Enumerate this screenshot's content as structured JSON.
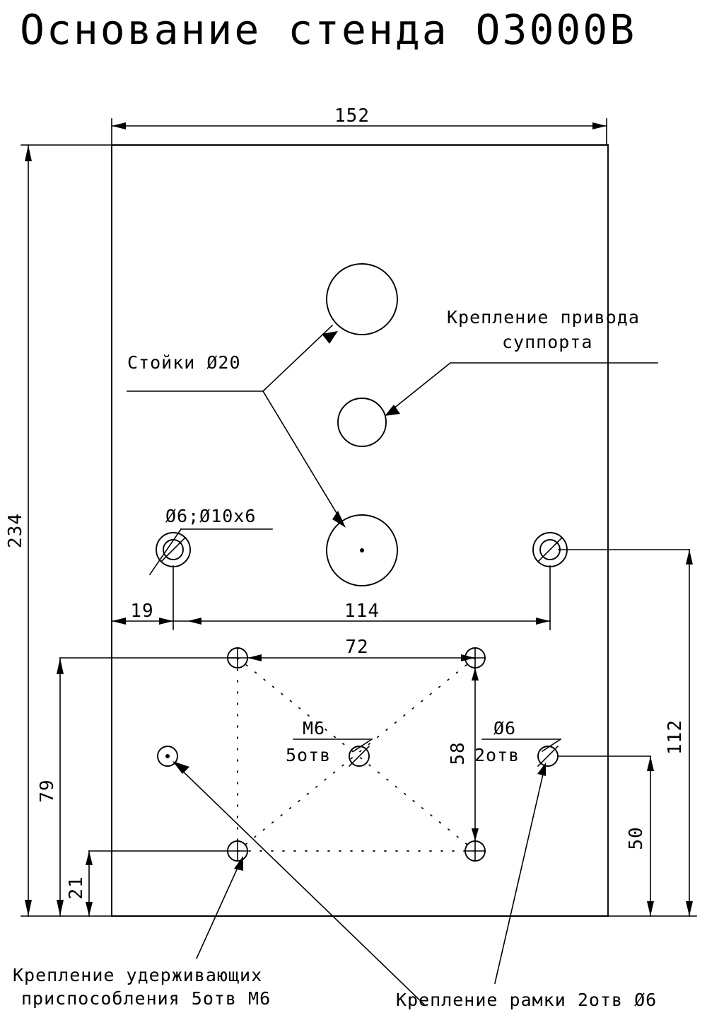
{
  "document": {
    "title": "Основание стенда О3000В",
    "type": "engineering-drawing",
    "units": "mm"
  },
  "dimensions": {
    "width_top": "152",
    "height_left": "234",
    "offset_left_hole": "19",
    "span_small_holes": "114",
    "span_top_mounts": "72",
    "height_left_lower": "79",
    "height_bottom": "21",
    "height_right_outer": "112",
    "height_right_inner": "50",
    "vertical_right_pair": "58"
  },
  "annotations": {
    "posts": "Стойки Ø20",
    "drive_mount_line1": "Крепление привода",
    "drive_mount_line2": "суппорта",
    "counterbore": "Ø6;Ø10x6",
    "thread_callout_top": "M6",
    "thread_callout_bottom": "5отв",
    "hole_callout_top": "Ø6",
    "hole_callout_bottom": "2отв",
    "bottom_left_line1": "Крепление удерживающих",
    "bottom_left_line2": "приспособления 5отв М6",
    "bottom_right": "Крепление рамки 2отв Ø6"
  },
  "colors": {
    "line": "#000000",
    "background": "#ffffff"
  }
}
